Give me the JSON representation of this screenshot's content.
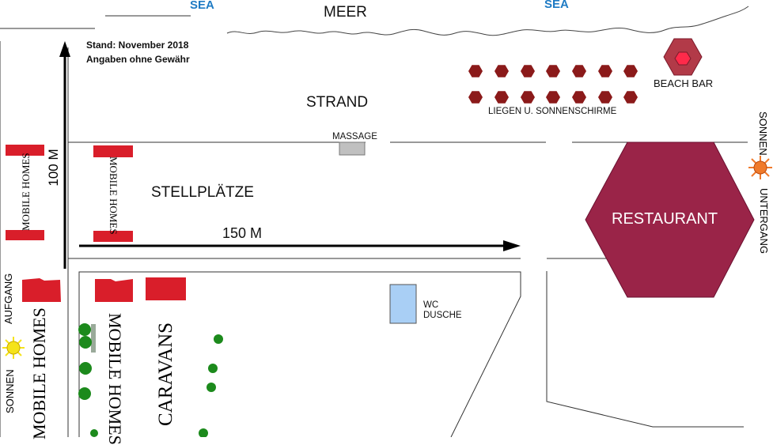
{
  "sea_labels": [
    "SEA",
    "SEA"
  ],
  "meer_label": "MEER",
  "stand_note": "Stand: November 2018",
  "disclaimer": "Angaben ohne Gewähr",
  "strand_label": "STRAND",
  "massage_label": "MASSAGE",
  "liegen_label": "LIEGEN U. SONNENSCHIRME",
  "beach_bar_label": "BEACH BAR",
  "restaurant_label": "RESTAURANT",
  "sunset_label_1": "SONNEN",
  "sunset_label_2": "UNTERGANG",
  "sunrise_label_1": "AUFGANG",
  "sunrise_label_2": "SONNEN",
  "stellplaetze_label": "STELLPLÄTZE",
  "dim_150": "150 M",
  "dim_100": "100 M",
  "mobile_homes_label": "MOBILE HOMES",
  "caravans_label": "CARAVANS",
  "wc_label": "WC",
  "dusche_label": "DUSCHE",
  "colors": {
    "restaurant": "#9a2448",
    "parasol": "#8b1a1a",
    "beach_bar": "#b23a48",
    "mobile_home": "#d91e2a",
    "wc": "#a9cff5",
    "massage": "#c0c0c0",
    "tree": "#1c8a1c",
    "sun_rise": "#f5e31a",
    "sun_set": "#f07a2a",
    "sea_text": "#1f7bc4"
  }
}
